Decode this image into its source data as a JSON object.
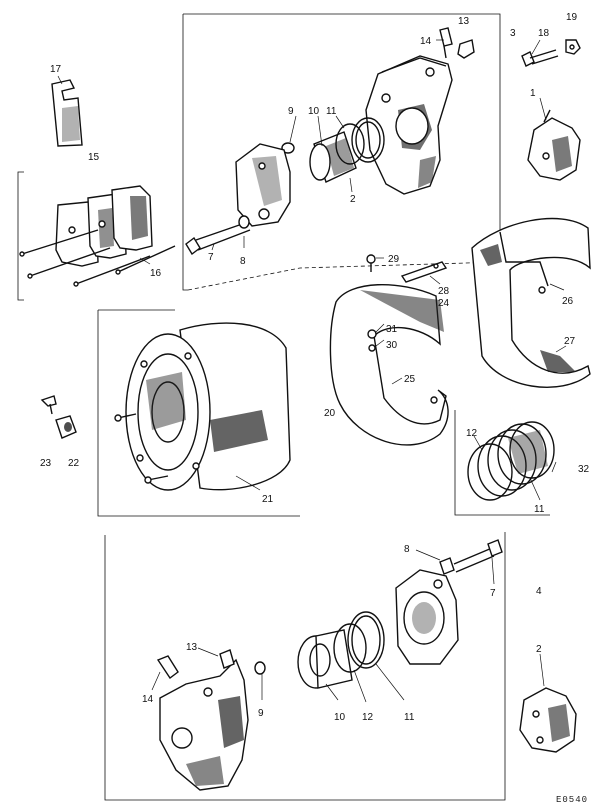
{
  "callouts": [
    {
      "id": "c17",
      "text": "17"
    },
    {
      "id": "c15",
      "text": "15"
    },
    {
      "id": "c16",
      "text": "16"
    },
    {
      "id": "c13a",
      "text": "13"
    },
    {
      "id": "c14a",
      "text": "14"
    },
    {
      "id": "c3",
      "text": "3"
    },
    {
      "id": "c18",
      "text": "18"
    },
    {
      "id": "c19",
      "text": "19"
    },
    {
      "id": "c1",
      "text": "1"
    },
    {
      "id": "c9a",
      "text": "9"
    },
    {
      "id": "c10a",
      "text": "10"
    },
    {
      "id": "c11a",
      "text": "11"
    },
    {
      "id": "c2a",
      "text": "2"
    },
    {
      "id": "c7a",
      "text": "7"
    },
    {
      "id": "c8a",
      "text": "8"
    },
    {
      "id": "c29",
      "text": "29"
    },
    {
      "id": "c28",
      "text": "28"
    },
    {
      "id": "c24",
      "text": "24"
    },
    {
      "id": "c26",
      "text": "26"
    },
    {
      "id": "c31",
      "text": "31"
    },
    {
      "id": "c30",
      "text": "30"
    },
    {
      "id": "c27",
      "text": "27"
    },
    {
      "id": "c25",
      "text": "25"
    },
    {
      "id": "c20",
      "text": "20"
    },
    {
      "id": "c23",
      "text": "23"
    },
    {
      "id": "c22",
      "text": "22"
    },
    {
      "id": "c21",
      "text": "21"
    },
    {
      "id": "c12a",
      "text": "12"
    },
    {
      "id": "c32",
      "text": "32"
    },
    {
      "id": "c11b",
      "text": "11"
    },
    {
      "id": "c8b",
      "text": "8"
    },
    {
      "id": "c7b",
      "text": "7"
    },
    {
      "id": "c4",
      "text": "4"
    },
    {
      "id": "c2b",
      "text": "2"
    },
    {
      "id": "c13b",
      "text": "13"
    },
    {
      "id": "c14b",
      "text": "14"
    },
    {
      "id": "c9b",
      "text": "9"
    },
    {
      "id": "c10b",
      "text": "10"
    },
    {
      "id": "c12b",
      "text": "12"
    },
    {
      "id": "c11c",
      "text": "11"
    }
  ],
  "figure_code": "E0540"
}
